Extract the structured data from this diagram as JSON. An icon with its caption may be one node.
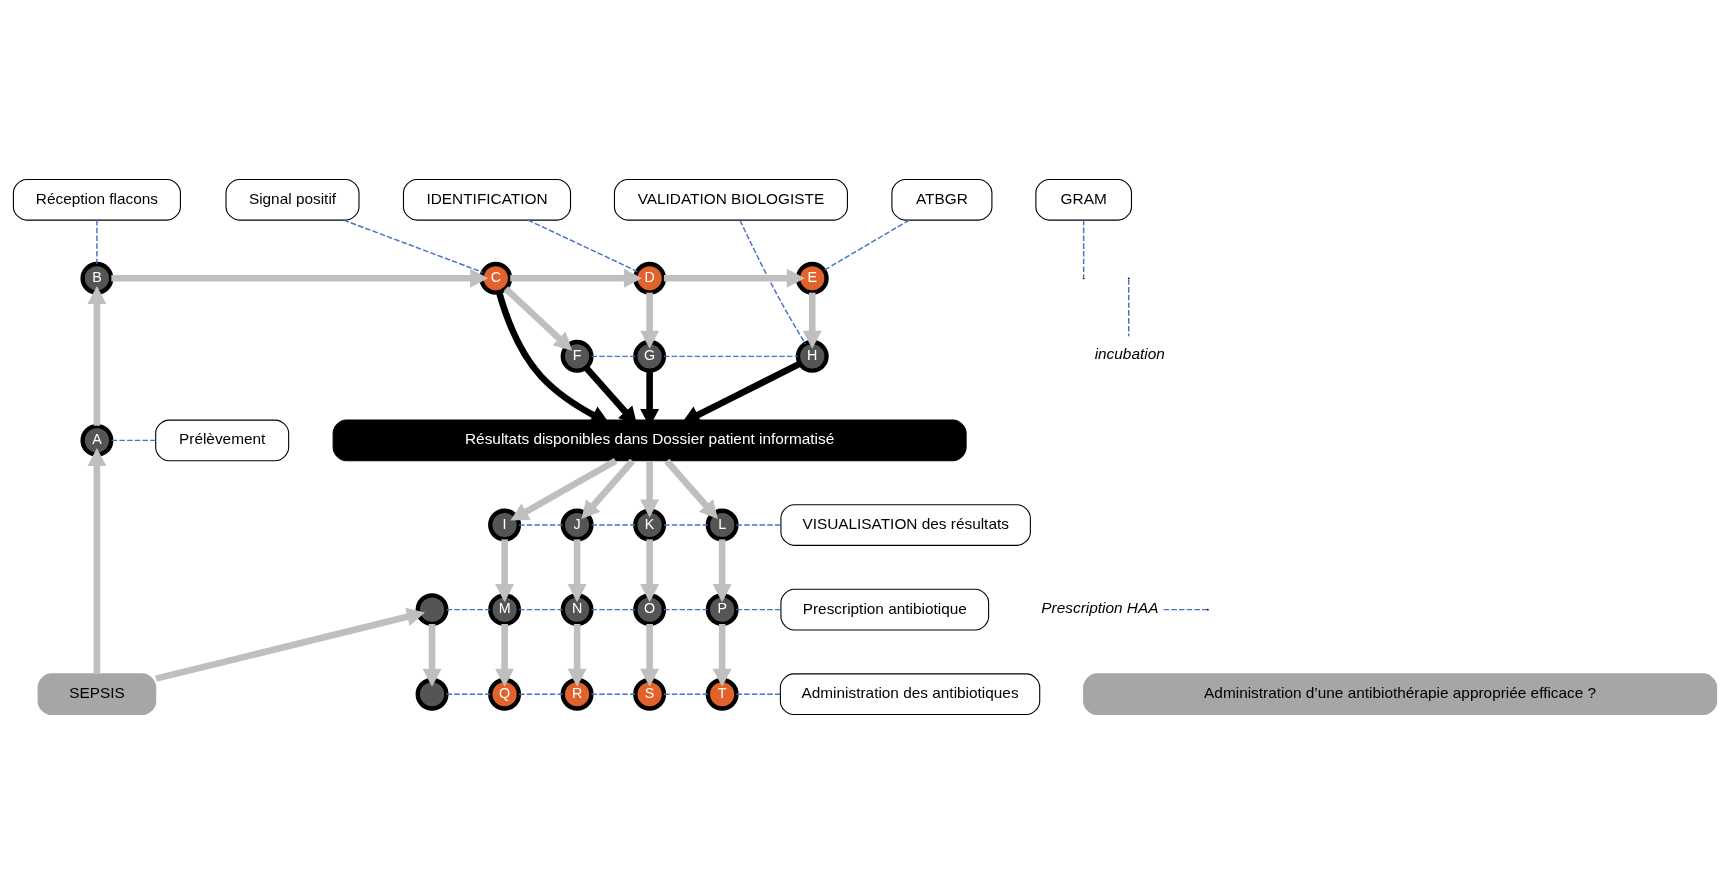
{
  "diagram": {
    "nodes": [
      {
        "text": [
          "Réception flacons"
        ]
      },
      {
        "text": [
          "Signal positif"
        ]
      },
      {
        "text": [
          "GRAM"
        ]
      },
      {
        "text": [
          "IDENTIFICATION"
        ]
      },
      {
        "text": [
          "ATBGR"
        ]
      },
      {
        "text": [
          "VALIDATION BIOLOGISTE"
        ]
      },
      {
        "text": [
          "Prélèvement"
        ]
      },
      {
        "text": [
          "VISUALISATION des résultats"
        ]
      },
      {
        "text": [
          "Prescription antibiotique"
        ]
      },
      {
        "text": [
          "Administration des antibiotiques"
        ]
      },
      {
        "text": [
          "Prescription HAA"
        ]
      },
      {
        "text": [
          "incubation"
        ]
      },
      {
        "text": [
          "SEPSIS"
        ]
      },
      {
        "text": [
          "A"
        ]
      },
      {
        "text": [
          "B"
        ]
      },
      {
        "text": [
          "C"
        ]
      },
      {
        "text": [
          "D"
        ]
      },
      {
        "text": [
          "E"
        ]
      },
      {
        "text": [
          "F"
        ]
      },
      {
        "text": [
          "G"
        ]
      },
      {
        "text": [
          "H"
        ]
      },
      {
        "text": [
          "Résultats disponibles dans Dossier patient informatisé"
        ]
      },
      {
        "text": [
          "I"
        ]
      },
      {
        "text": [
          "J"
        ]
      },
      {
        "text": [
          "K"
        ]
      },
      {
        "text": [
          "L"
        ]
      },
      {
        "text": [],
        "shape": "circle"
      },
      {
        "text": [
          "M"
        ]
      },
      {
        "text": [
          "N"
        ]
      },
      {
        "text": [
          "O"
        ]
      },
      {
        "text": [
          "P"
        ]
      },
      {
        "text": [],
        "shape": "circle"
      },
      {
        "text": [
          "Q"
        ]
      },
      {
        "text": [
          "R"
        ]
      },
      {
        "text": [
          "S"
        ]
      },
      {
        "text": [
          "T"
        ]
      },
      {
        "text": [
          "Administration d’une antibiothérapie appropriée efficace ?"
        ]
      }
    ],
    "edges": [
      {
        "from": 12,
        "to": 13,
        "arrow": "to",
        "color": "#bfbfbf"
      },
      {
        "from": 13,
        "to": 14,
        "arrow": "to",
        "color": "#bfbfbf"
      },
      {
        "from": 14,
        "to": 15,
        "arrow": "to",
        "color": "#bfbfbf"
      },
      {
        "from": 15,
        "to": 16,
        "arrow": "to",
        "color": "#bfbfbf"
      },
      {
        "from": 15,
        "to": 18,
        "arrow": "to",
        "color": "#bfbfbf"
      },
      {
        "from": 16,
        "to": 17,
        "arrow": "to",
        "color": "#bfbfbf"
      },
      {
        "from": 16,
        "to": 19,
        "arrow": "to",
        "color": "#bfbfbf"
      },
      {
        "from": 17,
        "to": 20,
        "arrow": "to",
        "color": "#bfbfbf"
      },
      {
        "from": 15,
        "to": 21,
        "arrow": "to",
        "color": "#000000"
      },
      {
        "from": 18,
        "to": 21,
        "arrow": "to",
        "color": "#000000"
      },
      {
        "from": 19,
        "to": 21,
        "arrow": "to",
        "color": "#000000"
      },
      {
        "from": 20,
        "to": 21,
        "arrow": "to",
        "color": "#000000"
      },
      {
        "from": 21,
        "to": 22,
        "arrow": "to",
        "color": "#bfbfbf"
      },
      {
        "from": 21,
        "to": 23,
        "arrow": "to",
        "color": "#bfbfbf"
      },
      {
        "from": 21,
        "to": 24,
        "arrow": "to",
        "color": "#bfbfbf"
      },
      {
        "from": 21,
        "to": 25,
        "arrow": "to",
        "color": "#bfbfbf"
      },
      {
        "from": 22,
        "to": 27,
        "arrow": "to",
        "color": "#bfbfbf"
      },
      {
        "from": 23,
        "to": 28,
        "arrow": "to",
        "color": "#bfbfbf"
      },
      {
        "from": 24,
        "to": 29,
        "arrow": "to",
        "color": "#bfbfbf"
      },
      {
        "from": 25,
        "to": 30,
        "arrow": "to",
        "color": "#bfbfbf"
      },
      {
        "from": 27,
        "to": 32,
        "arrow": "to",
        "color": "#bfbfbf"
      },
      {
        "from": 28,
        "to": 33,
        "arrow": "to",
        "color": "#bfbfbf"
      },
      {
        "from": 29,
        "to": 34,
        "arrow": "to",
        "color": "#bfbfbf"
      },
      {
        "from": 30,
        "to": 35,
        "arrow": "to",
        "color": "#bfbfbf"
      },
      {
        "from": 12,
        "to": 26,
        "arrow": "to",
        "color": "#bfbfbf"
      },
      {
        "from": 26,
        "to": 31,
        "arrow": "to",
        "color": "#bfbfbf"
      },
      {
        "from": 0,
        "to": 14,
        "arrow": "none",
        "style": "dashed",
        "color": "#4472c4"
      },
      {
        "from": 1,
        "to": 15,
        "arrow": "none",
        "style": "dashed",
        "color": "#4472c4"
      },
      {
        "from": 2,
        "to": null,
        "arrow": "none",
        "style": "dashed",
        "color": "#4472c4"
      },
      {
        "from": 3,
        "to": 16,
        "arrow": "none",
        "style": "dashed",
        "color": "#4472c4"
      },
      {
        "from": 4,
        "to": 17,
        "arrow": "none",
        "style": "dashed",
        "color": "#4472c4"
      },
      {
        "from": 5,
        "to": 20,
        "arrow": "none",
        "style": "dashed",
        "color": "#4472c4"
      },
      {
        "from": 6,
        "to": 13,
        "arrow": "none",
        "style": "dashed",
        "color": "#4472c4"
      },
      {
        "from": 10,
        "to": null,
        "arrow": "none",
        "style": "dashed",
        "color": "#4472c4"
      },
      {
        "from": 11,
        "to": null,
        "arrow": "none",
        "style": "dashed",
        "color": "#4472c4"
      },
      {
        "from": 18,
        "to": 19,
        "arrow": "none",
        "style": "dashed",
        "color": "#4472c4"
      },
      {
        "from": 19,
        "to": 20,
        "arrow": "none",
        "style": "dashed",
        "color": "#4472c4"
      },
      {
        "from": 22,
        "to": 23,
        "arrow": "none",
        "style": "dashed",
        "color": "#4472c4"
      },
      {
        "from": 23,
        "to": 24,
        "arrow": "none",
        "style": "dashed",
        "color": "#4472c4"
      },
      {
        "from": 24,
        "to": 25,
        "arrow": "none",
        "style": "dashed",
        "color": "#4472c4"
      },
      {
        "from": 25,
        "to": 7,
        "arrow": "none",
        "style": "dashed",
        "color": "#4472c4"
      },
      {
        "from": 26,
        "to": 27,
        "arrow": "none",
        "style": "dashed",
        "color": "#4472c4"
      },
      {
        "from": 27,
        "to": 28,
        "arrow": "none",
        "style": "dashed",
        "color": "#4472c4"
      },
      {
        "from": 28,
        "to": 29,
        "arrow": "none",
        "style": "dashed",
        "color": "#4472c4"
      },
      {
        "from": 29,
        "to": 30,
        "arrow": "none",
        "style": "dashed",
        "color": "#4472c4"
      },
      {
        "from": 30,
        "to": 8,
        "arrow": "none",
        "style": "dashed",
        "color": "#4472c4"
      },
      {
        "from": 31,
        "to": 32,
        "arrow": "none",
        "style": "dashed",
        "color": "#4472c4"
      },
      {
        "from": 32,
        "to": 33,
        "arrow": "none",
        "style": "dashed",
        "color": "#4472c4"
      },
      {
        "from": 33,
        "to": 34,
        "arrow": "none",
        "style": "dashed",
        "color": "#4472c4"
      },
      {
        "from": 34,
        "to": 35,
        "arrow": "none",
        "style": "dashed",
        "color": "#4472c4"
      },
      {
        "from": 35,
        "to": 9,
        "arrow": "none",
        "style": "dashed",
        "color": "#4472c4"
      }
    ]
  }
}
